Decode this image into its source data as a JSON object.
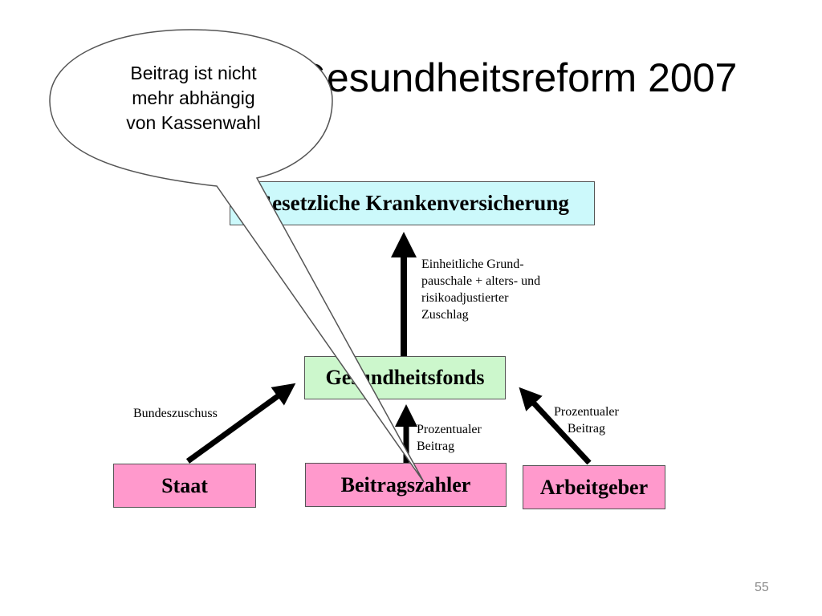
{
  "title": "Gesundheitsreform 2007",
  "boxes": {
    "gkv": "Gesetzliche Krankenversicherung",
    "fonds": "Gesundheitsfonds",
    "staat": "Staat",
    "beitragszahler": "Beitragszahler",
    "arbeitgeber": "Arbeitgeber"
  },
  "labels": {
    "grundpauschale": [
      "Einheitliche Grund-",
      "pauschale + alters- und",
      "risikoadjustierter",
      "Zuschlag"
    ],
    "bundeszuschuss": "Bundeszuschuss",
    "prozentual_mitte": [
      "Prozentualer",
      "Beitrag"
    ],
    "prozentual_rechts": [
      "Prozentualer",
      "Beitrag"
    ]
  },
  "callout": [
    "Beitrag ist nicht",
    "mehr abhängig",
    "von Kassenwahl"
  ],
  "slide_number": "55",
  "colors": {
    "gkv_fill": "#ccf9fb",
    "fonds_fill": "#ccf7cc",
    "actor_fill": "#ff99cc"
  }
}
